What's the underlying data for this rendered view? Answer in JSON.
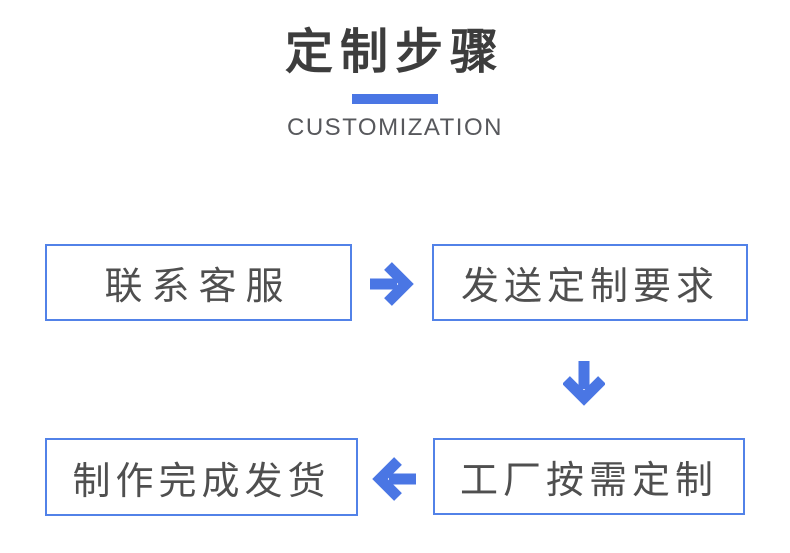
{
  "page": {
    "title": "定制步骤",
    "subtitle": "CUSTOMIZATION"
  },
  "colors": {
    "accent_blue": "#4a76e4",
    "box_border_blue": "#5282e8",
    "title_text": "#3d3d3d",
    "step_text": "#4f4f4f",
    "subtitle_text": "#57585c",
    "background": "#ffffff"
  },
  "flow": {
    "steps": [
      {
        "id": "contact-support",
        "label": "联系客服"
      },
      {
        "id": "send-request",
        "label": "发送定制要求"
      },
      {
        "id": "factory-customize",
        "label": "工厂按需定制"
      },
      {
        "id": "finish-and-ship",
        "label": "制作完成发货"
      }
    ],
    "icons": [
      {
        "name": "arrow-right-icon",
        "direction": "right"
      },
      {
        "name": "arrow-down-icon",
        "direction": "down"
      },
      {
        "name": "arrow-left-icon",
        "direction": "left"
      }
    ]
  }
}
